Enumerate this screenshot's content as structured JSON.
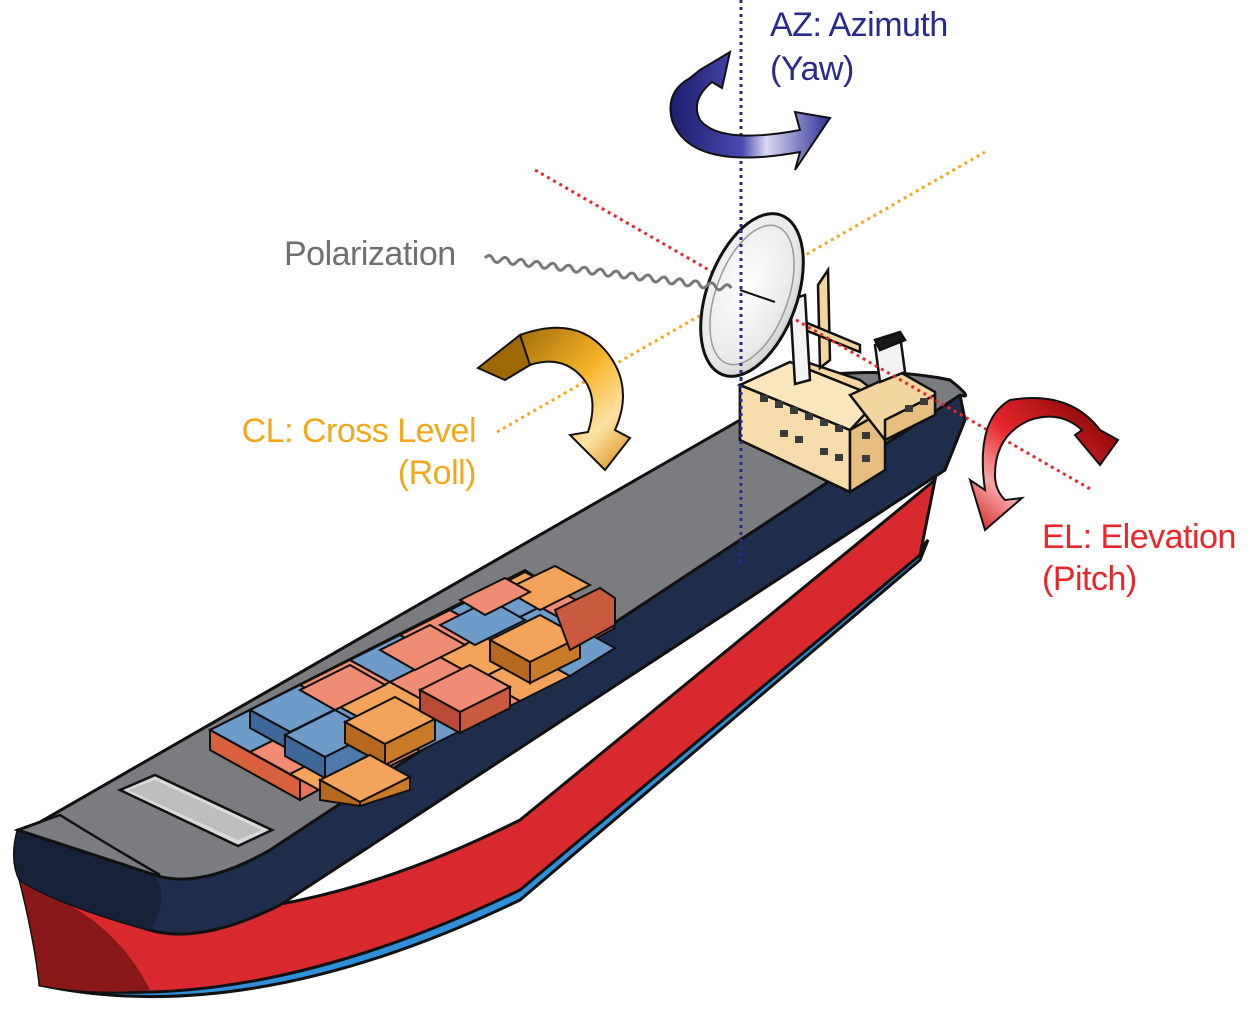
{
  "labels": {
    "azimuth": {
      "line1": "AZ: Azimuth",
      "line2": "(Yaw)"
    },
    "polarization": "Polarization",
    "cross_level": {
      "line1": "CL: Cross Level",
      "line2": "(Roll)"
    },
    "elevation": {
      "line1": "EL:  Elevation",
      "line2": "(Pitch)"
    }
  },
  "colors": {
    "azimuth": "#2a2a8c",
    "polarization": "#6f6f6f",
    "cross_level": "#f2a81d",
    "elevation": "#e8262c",
    "hull_upper": "#1f2d4d",
    "hull_lower": "#d82a2e",
    "waterline": "#2f8fd8",
    "deck": "#7b7c80",
    "superstructure": "#f3d5a0"
  },
  "icons": [
    "yaw-rotation-arrow",
    "roll-rotation-arrow",
    "pitch-rotation-arrow",
    "satellite-dish-icon",
    "container-ship-icon"
  ]
}
